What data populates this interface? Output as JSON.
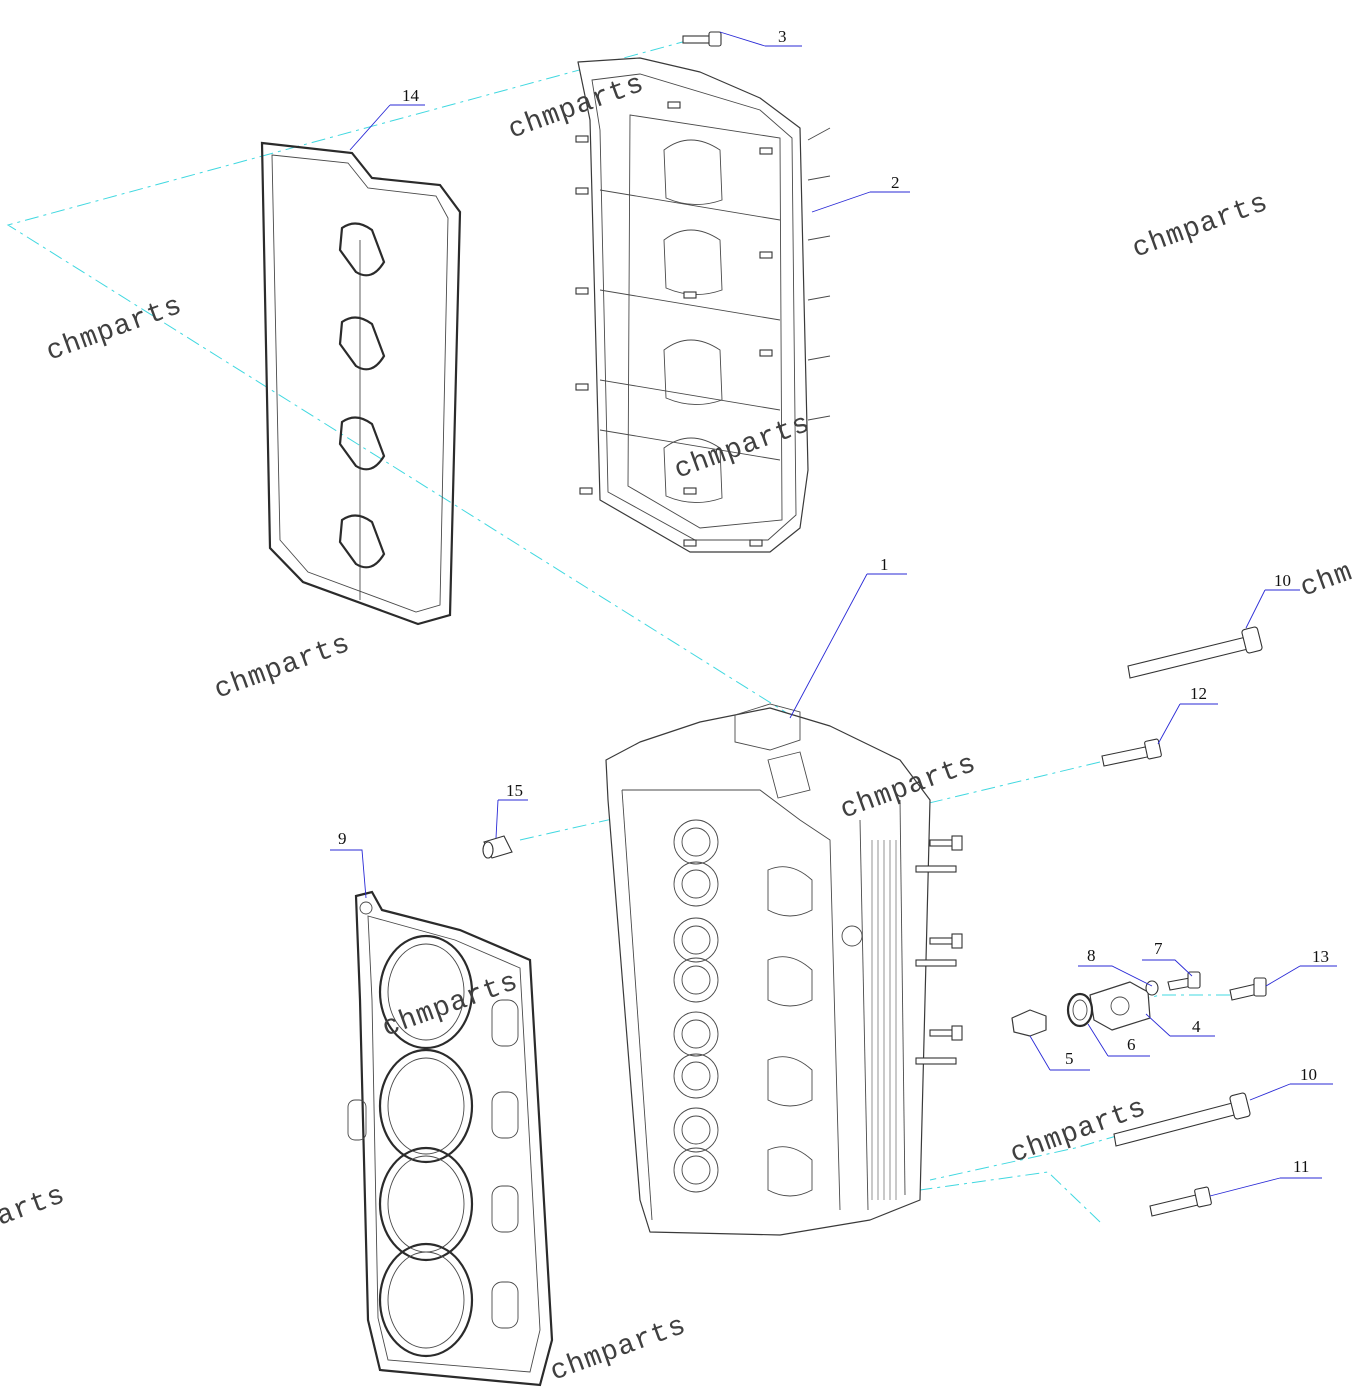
{
  "callouts": [
    "1",
    "2",
    "3",
    "4",
    "5",
    "6",
    "7",
    "8",
    "9",
    "10",
    "10",
    "11",
    "12",
    "13",
    "14",
    "15"
  ],
  "watermark": "chmparts",
  "watermark_partial_right": "chm",
  "watermark_partial_left": "arts",
  "colors": {
    "leader": "#2a2ad6",
    "axis": "#40d8e0",
    "linework": "#3a3a3a"
  }
}
